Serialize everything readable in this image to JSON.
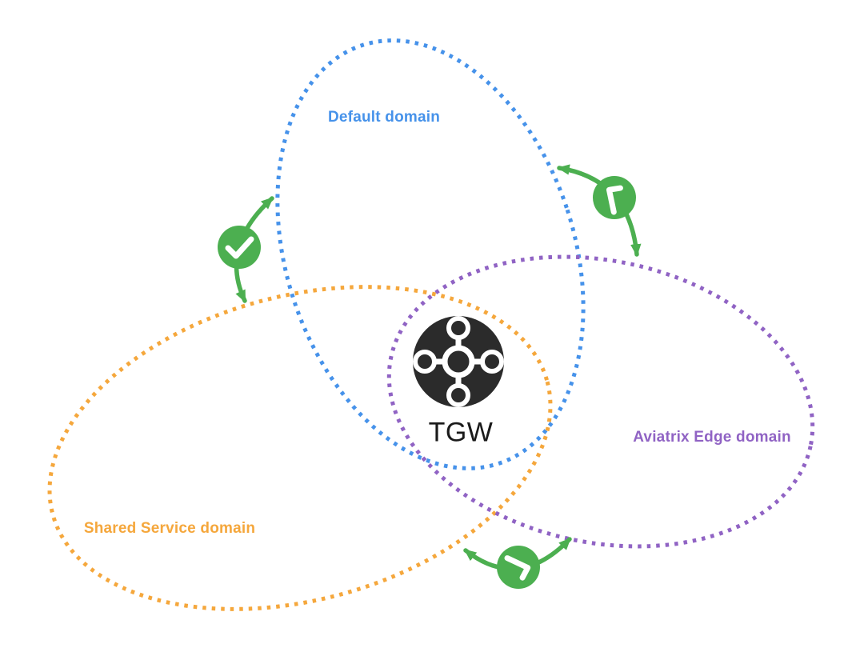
{
  "diagram": {
    "background_color": "#ffffff",
    "domains": [
      {
        "label": "Default domain",
        "color": "#4692EA",
        "style": "dotted-ellipse"
      },
      {
        "label": "Shared Service domain",
        "color": "#F5A73C",
        "style": "dotted-ellipse"
      },
      {
        "label": "Aviatrix Edge domain",
        "color": "#9063C4",
        "style": "dotted-ellipse"
      }
    ],
    "center_node": {
      "label": "TGW",
      "icon": "transit-gateway-icon",
      "icon_color": "#2B2B2B",
      "icon_detail_color": "#ffffff"
    },
    "connections": [
      {
        "between": [
          "Shared Service domain",
          "Default domain"
        ],
        "icon": "check-icon",
        "color": "#4CAF50",
        "arrows": "both-ends"
      },
      {
        "between": [
          "Default domain",
          "Aviatrix Edge domain"
        ],
        "icon": "check-icon",
        "color": "#4CAF50",
        "arrows": "both-ends"
      },
      {
        "between": [
          "Shared Service domain",
          "Aviatrix Edge domain"
        ],
        "icon": "check-icon",
        "color": "#4CAF50",
        "arrows": "both-ends"
      }
    ]
  }
}
